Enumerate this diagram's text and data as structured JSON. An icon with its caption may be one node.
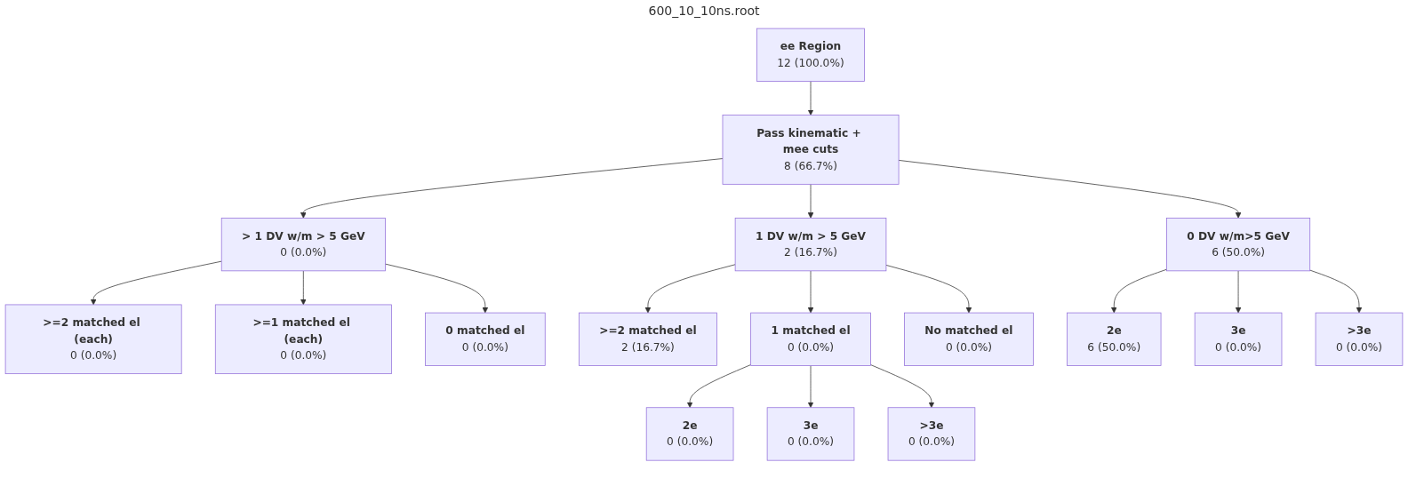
{
  "diagram": {
    "title": "600_10_10ns.root",
    "nodes": [
      {
        "text": [
          "ee Region",
          "12 (100.0%)"
        ]
      },
      {
        "text": [
          "Pass kinematic + mee cuts",
          "8 (66.7%)"
        ]
      },
      {
        "text": [
          "> 1 DV w/m > 5 GeV",
          "0 (0.0%)"
        ]
      },
      {
        "text": [
          "1 DV w/m > 5 GeV",
          "2 (16.7%)"
        ]
      },
      {
        "text": [
          "0 DV w/m>5 GeV",
          "6 (50.0%)"
        ]
      },
      {
        "text": [
          ">=2 matched el (each)",
          "0 (0.0%)"
        ]
      },
      {
        "text": [
          ">=1 matched el (each)",
          "0 (0.0%)"
        ]
      },
      {
        "text": [
          "0 matched el",
          "0 (0.0%)"
        ]
      },
      {
        "text": [
          ">=2 matched el",
          "2 (16.7%)"
        ]
      },
      {
        "text": [
          "1 matched el",
          "0 (0.0%)"
        ]
      },
      {
        "text": [
          "No matched el",
          "0 (0.0%)"
        ]
      },
      {
        "text": [
          "2e",
          "6 (50.0%)"
        ]
      },
      {
        "text": [
          "3e",
          "0 (0.0%)"
        ]
      },
      {
        "text": [
          ">3e",
          "0 (0.0%)"
        ]
      },
      {
        "text": [
          "2e",
          "0 (0.0%)"
        ]
      },
      {
        "text": [
          "3e",
          "0 (0.0%)"
        ]
      },
      {
        "text": [
          ">3e",
          "0 (0.0%)"
        ]
      }
    ],
    "edges": [
      {
        "from": 0,
        "to": 1,
        "arrow": "to"
      },
      {
        "from": 1,
        "to": 2,
        "arrow": "to"
      },
      {
        "from": 1,
        "to": 3,
        "arrow": "to"
      },
      {
        "from": 1,
        "to": 4,
        "arrow": "to"
      },
      {
        "from": 2,
        "to": 5,
        "arrow": "to"
      },
      {
        "from": 2,
        "to": 6,
        "arrow": "to"
      },
      {
        "from": 2,
        "to": 7,
        "arrow": "to"
      },
      {
        "from": 3,
        "to": 8,
        "arrow": "to"
      },
      {
        "from": 3,
        "to": 9,
        "arrow": "to"
      },
      {
        "from": 3,
        "to": 10,
        "arrow": "to"
      },
      {
        "from": 4,
        "to": 11,
        "arrow": "to"
      },
      {
        "from": 4,
        "to": 12,
        "arrow": "to"
      },
      {
        "from": 4,
        "to": 13,
        "arrow": "to"
      },
      {
        "from": 9,
        "to": 14,
        "arrow": "to"
      },
      {
        "from": 9,
        "to": 15,
        "arrow": "to"
      },
      {
        "from": 9,
        "to": 16,
        "arrow": "to"
      }
    ]
  }
}
